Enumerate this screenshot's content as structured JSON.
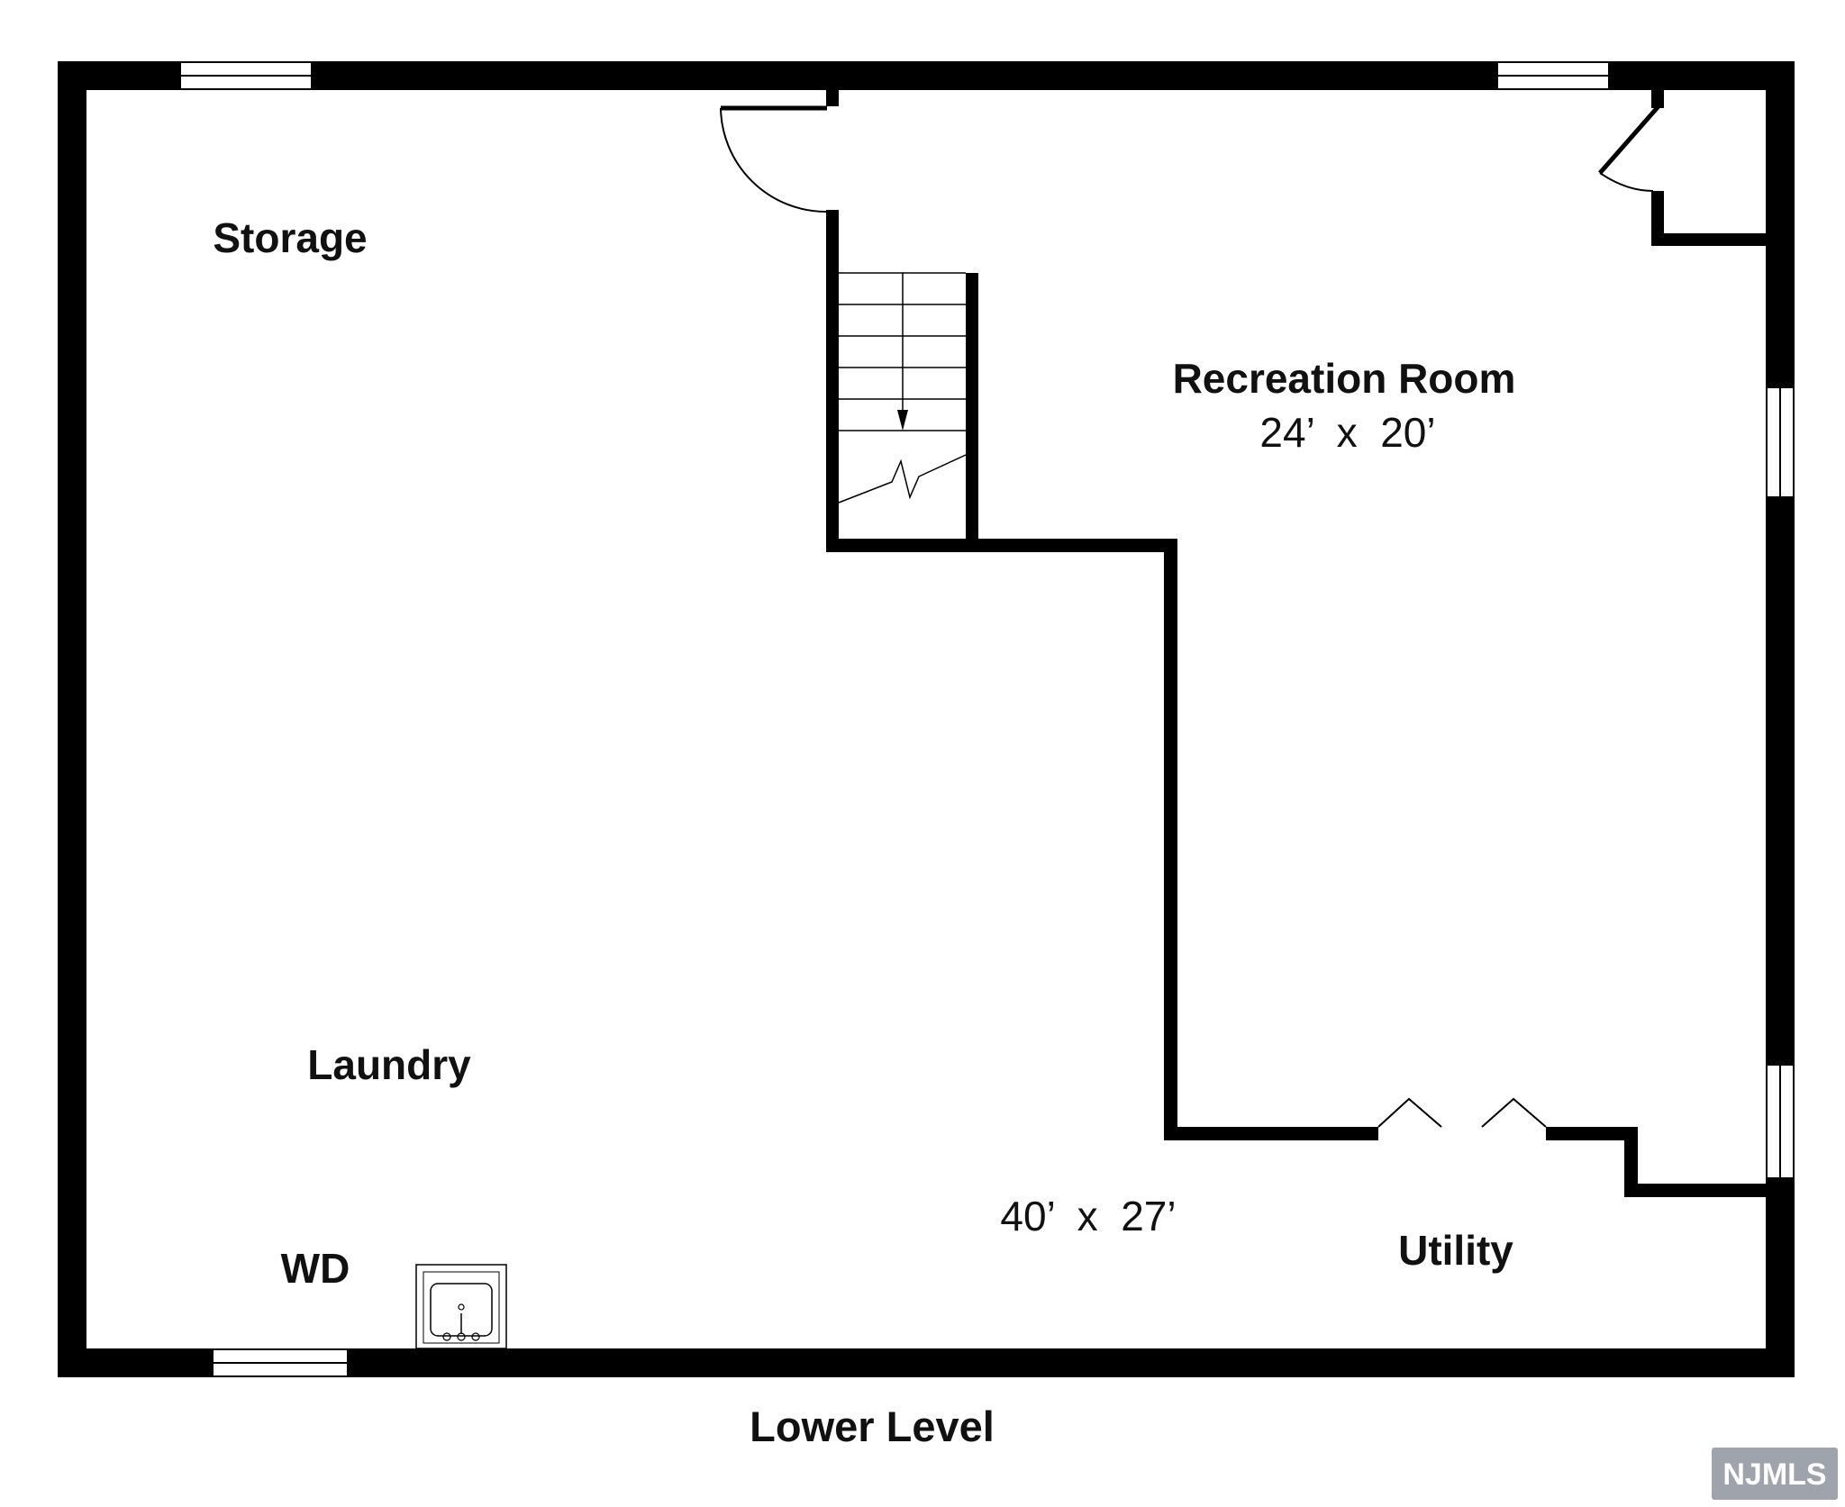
{
  "plan": {
    "rooms": [
      {
        "name": "Storage"
      },
      {
        "name": "Recreation Room",
        "dimensions": "24’  x  20’"
      },
      {
        "name": "Laundry",
        "dimensions": "40’  x  27’"
      },
      {
        "name": "WD"
      },
      {
        "name": "Utility"
      }
    ],
    "level_label": "Lower Level"
  },
  "watermark": {
    "text": "NJMLS"
  },
  "colors": {
    "wall": "#000000",
    "background": "#ffffff",
    "watermark": "#9fa3ab"
  }
}
